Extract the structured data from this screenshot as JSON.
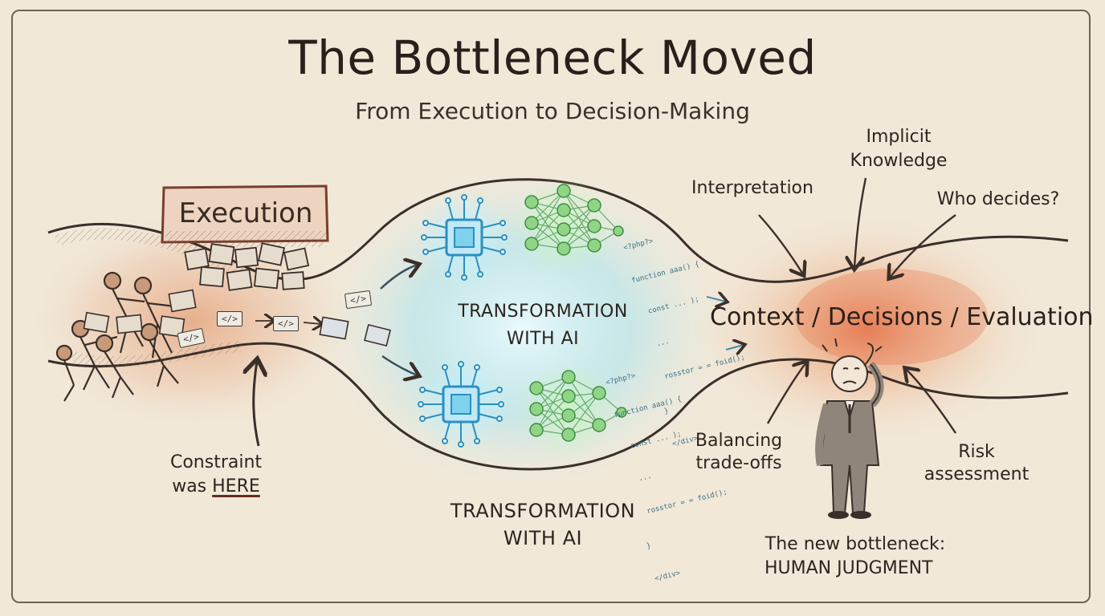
{
  "title": "The Bottleneck Moved",
  "subtitle": "From Execution to Decision-Making",
  "left": {
    "box_label": "Execution",
    "constraint_line1": "Constraint",
    "constraint_line2_prefix": "was ",
    "constraint_line2_highlight": "HERE",
    "tag_label": "</>"
  },
  "middle": {
    "top_label_line1": "TRANSFORMATION",
    "top_label_line2": "WITH AI",
    "bottom_label_line1": "TRANSFORMATION",
    "bottom_label_line2": "WITH AI",
    "code_top": [
      "<?php?>",
      "function aaa() {",
      "  const ... );",
      "  ...",
      "  ",
      "  rosstor = = foid();",
      "}",
      "</div>"
    ],
    "code_bottom": [
      "<?php?>",
      "function aaa() {",
      "  const ... );",
      "  ...",
      "  rosstor = = foid();",
      "}",
      "</div>"
    ]
  },
  "right": {
    "center_label": "Context / Decisions / Evaluation",
    "pressures": {
      "interpretation": "Interpretation",
      "implicit_line1": "Implicit",
      "implicit_line2": "Knowledge",
      "who_decides": "Who decides?",
      "balancing_line1": "Balancing",
      "balancing_line2": "trade-offs",
      "risk_line1": "Risk",
      "risk_line2": "assessment"
    },
    "bottom_line1": "The new bottleneck:",
    "bottom_line2": "HUMAN JUDGMENT"
  },
  "colors": {
    "paper": "#f1e8d8",
    "ink": "#2e2520",
    "warm_glow": "#e38a5c",
    "ai_glow": "#8fd9ec",
    "chip_blue": "#3aa7d8",
    "neural_green": "#6fc36b"
  },
  "icons": {
    "chip": "ai-chip-icon",
    "network": "neural-network-icon",
    "person": "thinking-person-icon",
    "crowd": "pushing-workers-icon"
  }
}
